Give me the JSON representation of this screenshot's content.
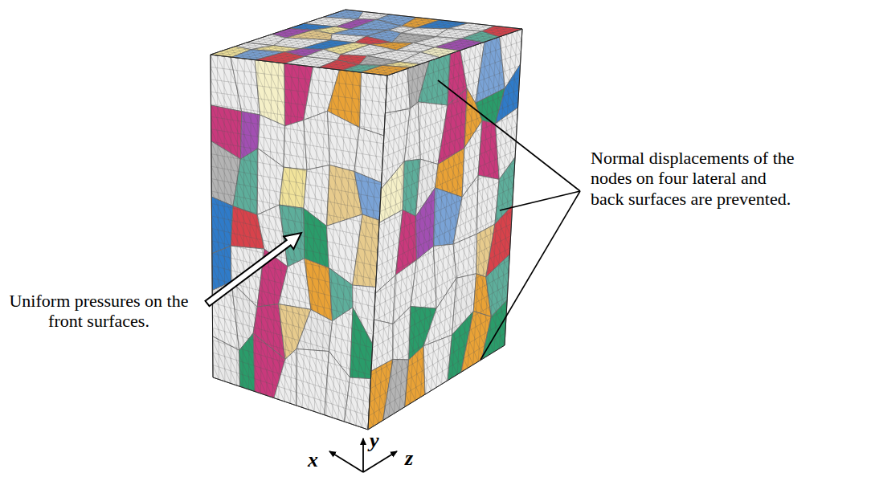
{
  "diagram": {
    "labels": [
      "Normal displacements of the nodes on four lateral and back surfaces are prevented.",
      "Uniform pressures on the front surfaces.",
      "y",
      "x",
      "z"
    ]
  }
}
